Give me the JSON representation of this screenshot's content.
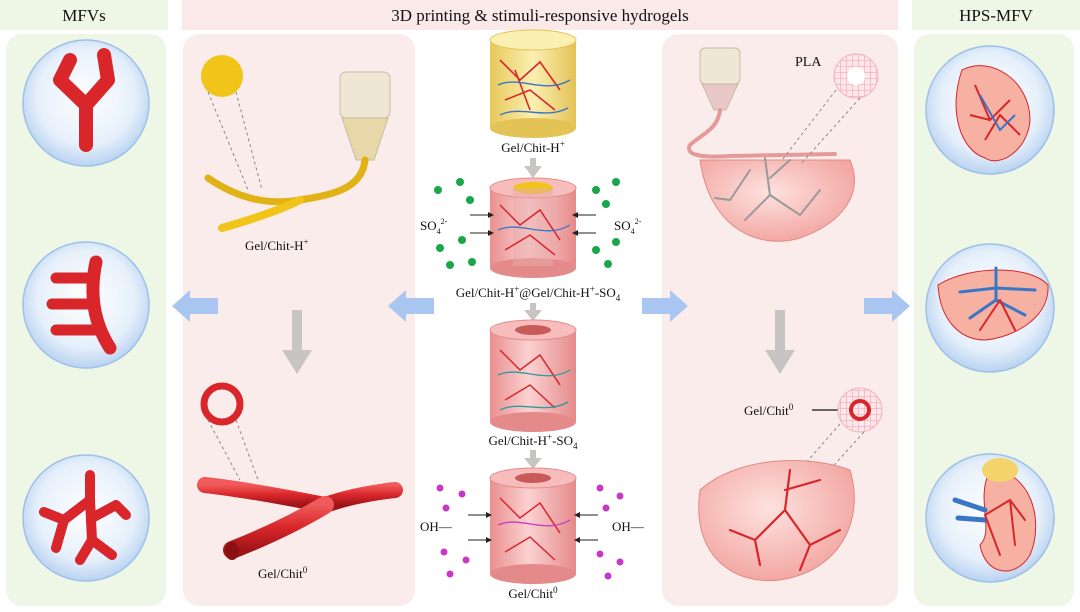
{
  "headers": {
    "left": "MFVs",
    "center": "3D printing & stimuli-responsive hydrogels",
    "right": "HPS-MFV"
  },
  "left_panel": {
    "fiber_label": "Gel/Chit-H",
    "fiber_label_sup": "+",
    "tube_label": "Gel/Chit",
    "tube_label_sup": "0"
  },
  "center_panel": {
    "step1": {
      "a": "Gel/Chit-H",
      "sup": "+"
    },
    "step2": {
      "a": "Gel/Chit-H",
      "sup1": "+",
      "b": "@Gel/Chit-H",
      "sup2": "+",
      "c": "-SO",
      "sub": "4"
    },
    "step3": {
      "a": "Gel/Chit-H",
      "sup": "+",
      "b": "-SO",
      "sub": "4"
    },
    "step4": {
      "a": "Gel/Chit",
      "sup": "0"
    },
    "sulfate": {
      "base": "SO",
      "sub": "4",
      "sup": "2-"
    },
    "hydroxide": "OH—"
  },
  "right_panel": {
    "pla_label": "PLA",
    "chit_label": "Gel/Chit",
    "chit_label_sup": "0"
  },
  "colors": {
    "header_bg": "#fbe9e9",
    "side_panel_bg": "#eef6e6",
    "mid_panel_bg": "#fbecec",
    "vessel_red": "#d8262a",
    "arrow_blue": "#a9c6f0",
    "arrow_gray": "#c8c4c4",
    "fiber_yellow": "#f0c419",
    "tube_pink": "#f2a3a3",
    "sulfate_green": "#1aa64a",
    "hydroxide_magenta": "#c43ac4",
    "circle_blue": "#cfe2f7"
  }
}
